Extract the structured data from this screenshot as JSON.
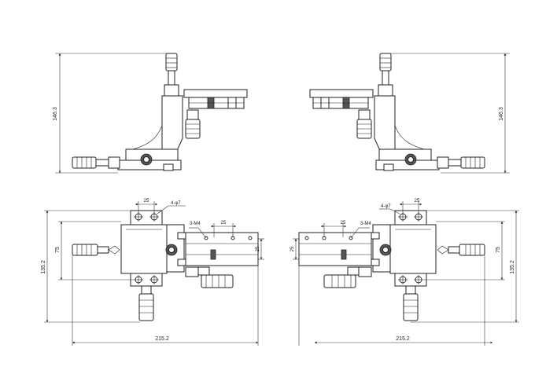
{
  "dimensions": {
    "height_side": "146.3",
    "length_top": "215.2",
    "width_top": "135.2",
    "pitch_75": "75",
    "pitch_25": "25"
  },
  "notes": {
    "mount_holes": "4-φ7",
    "tapped_holes": "3-M4"
  }
}
